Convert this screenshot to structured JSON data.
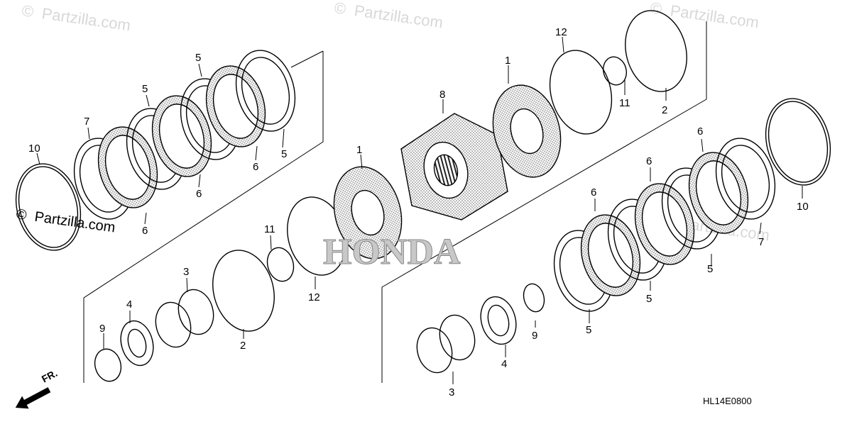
{
  "watermark": {
    "text": "Partzilla.com",
    "copyright_symbol": "©"
  },
  "brand_logo": "HONDA",
  "diagram_code": "HL14E0800",
  "front_marker": "FR.",
  "callouts": {
    "c10_left": "10",
    "c7_left": "7",
    "c5_a": "5",
    "c5_b": "5",
    "c5_c": "5",
    "c6_a": "6",
    "c6_b": "6",
    "c6_c": "6",
    "c9_left": "9",
    "c4_left": "4",
    "c3_left": "3",
    "c2_left": "2",
    "c11_left": "11",
    "c12_left": "12",
    "c1_left": "1",
    "c8": "8",
    "c1_right": "1",
    "c12_right": "12",
    "c11_right": "11",
    "c2_right": "2",
    "c6_d": "6",
    "c6_e": "6",
    "c6_f": "6",
    "c10_right": "10",
    "c7_right": "7",
    "c5_d": "5",
    "c5_e": "5",
    "c5_f": "5",
    "c9_right": "9",
    "c4_right": "4",
    "c3_right": "3"
  },
  "colors": {
    "line": "#000000",
    "watermark": "#d8d8d8",
    "dots": "#9a9a9a"
  }
}
